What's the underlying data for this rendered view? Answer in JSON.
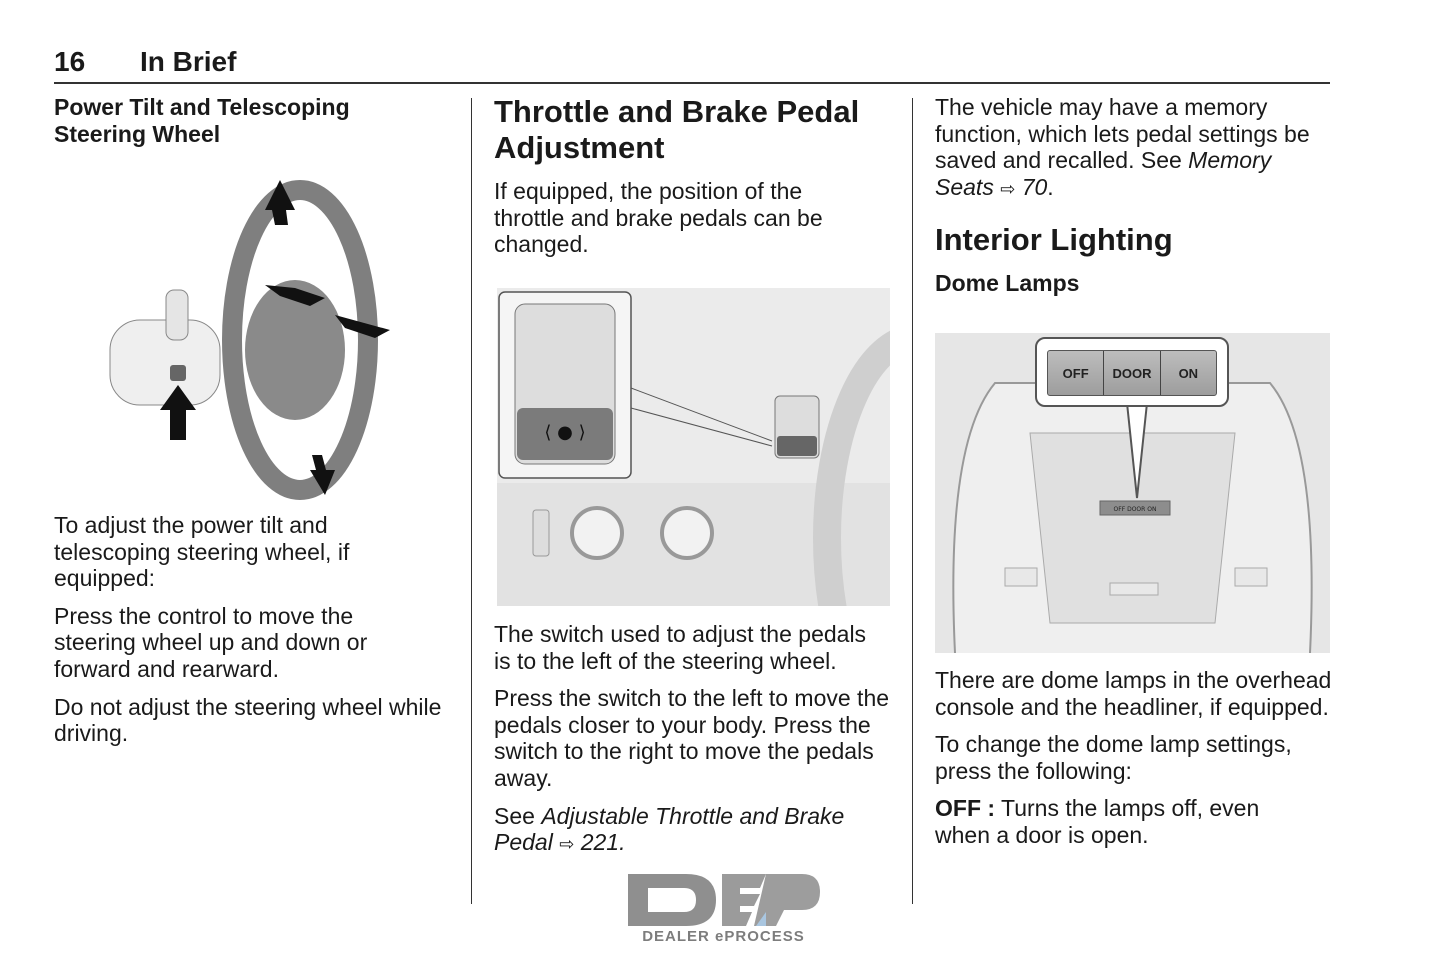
{
  "header": {
    "page_number": "16",
    "section_title": "In Brief"
  },
  "column1": {
    "heading": "Power Tilt and Telescoping Steering Wheel",
    "figure": "steering-wheel-illustration",
    "paragraphs": [
      "To adjust the power tilt and telescoping steering wheel, if equipped:",
      "Press the control to move the steering wheel up and down or forward and rearward.",
      "Do not adjust the steering wheel while driving."
    ]
  },
  "column2": {
    "heading": "Throttle and Brake Pedal Adjustment",
    "intro": "If equipped, the position of the throttle and brake pedals can be changed.",
    "figure": "pedal-switch-illustration",
    "paragraphs": [
      "The switch used to adjust the pedals is to the left of the steering wheel.",
      "Press the switch to the left to move the pedals closer to your body. Press the switch to the right to move the pedals away."
    ],
    "see_prefix": "See ",
    "see_ref": "Adjustable Throttle and Brake Pedal",
    "see_arrow": "⇨",
    "see_page": "221",
    "see_suffix": "."
  },
  "column3": {
    "memory_text": "The vehicle may have a memory function, which lets pedal settings be saved and recalled. See ",
    "memory_ref": "Memory Seats",
    "memory_arrow": "⇨",
    "memory_page": "70",
    "memory_suffix": ".",
    "heading": "Interior Lighting",
    "subheading": "Dome Lamps",
    "figure": {
      "name": "dome-lamp-illustration",
      "buttons": [
        "OFF",
        "DOOR",
        "ON"
      ]
    },
    "paragraphs": [
      "There are dome lamps in the overhead console and the headliner, if equipped.",
      "To change the dome lamp settings, press the following:"
    ],
    "off_label": "OFF :",
    "off_text": " Turns the lamps off, even when a door is open."
  },
  "watermark": {
    "logo_letters": "DEP",
    "text": "DEALER ePROCESS",
    "accent_color": "#a9c6e0"
  }
}
